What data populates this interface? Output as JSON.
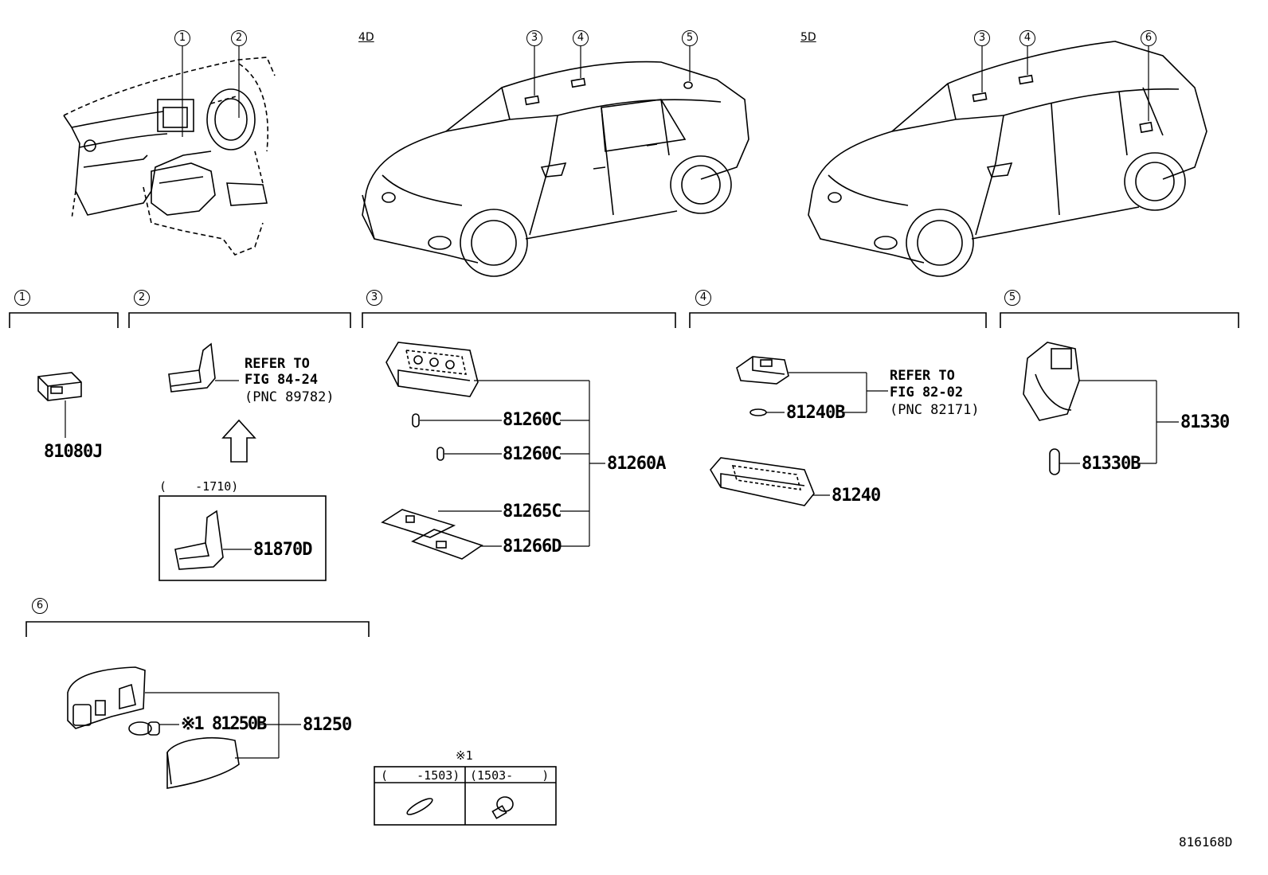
{
  "variants": {
    "sedan": "4D",
    "wagon": "5D"
  },
  "callouts": {
    "c1": "1",
    "c2": "2",
    "c3": "3",
    "c4": "4",
    "c5": "5",
    "c6": "6"
  },
  "group1": {
    "parts": [
      "81080J"
    ]
  },
  "group2": {
    "refer_line1": "REFER TO",
    "refer_line2": "FIG 84-24",
    "refer_line3": "(PNC 89782)",
    "date_range": "(    -1710)",
    "part": "81870D"
  },
  "group3": {
    "parts": [
      "81260C",
      "81260C",
      "81265C",
      "81266D"
    ],
    "assembly": "81260A"
  },
  "group4": {
    "refer_line1": "REFER TO",
    "refer_line2": "FIG 82-02",
    "refer_line3": "(PNC 82171)",
    "bulb": "81240B",
    "assembly": "81240"
  },
  "group5": {
    "bulb": "81330B",
    "assembly": "81330"
  },
  "group6": {
    "bulb": "※1 81250B",
    "assembly": "81250"
  },
  "note_table": {
    "mark": "※1",
    "col1": "(    -1503)",
    "col2": "(1503-    )"
  },
  "figure_id": "816168D"
}
